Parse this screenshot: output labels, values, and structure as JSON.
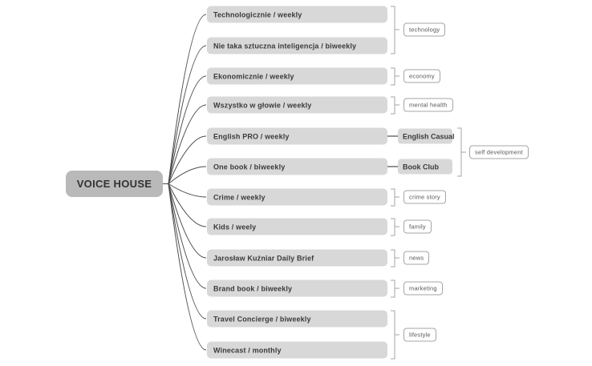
{
  "root": {
    "label": "VOICE HOUSE"
  },
  "branches": [
    {
      "label": "Technologicznie / weekly",
      "category": "technology"
    },
    {
      "label": "Nie taka sztuczna inteligencja / biweekly",
      "category": "technology"
    },
    {
      "label": "Ekonomicznie / weekly",
      "category": "economy"
    },
    {
      "label": "Wszystko w głowie / weekly",
      "category": "mental health"
    },
    {
      "label": "English PRO / weekly",
      "child": "English Casual",
      "category": "self development"
    },
    {
      "label": "One book / biweekly",
      "child": "Book Club",
      "category": "self development"
    },
    {
      "label": "Crime / weekly",
      "category": "crime story"
    },
    {
      "label": "Kids / weely",
      "category": "family"
    },
    {
      "label": "Jarosław Kuźniar Daily Brief",
      "category": "news"
    },
    {
      "label": "Brand book / biweekly",
      "category": "marketing"
    },
    {
      "label": "Travel Concierge / biweekly",
      "category": "lifestyle"
    },
    {
      "label": "Winecast / monthly",
      "category": "lifestyle"
    }
  ],
  "subnodes": [
    {
      "label": "English Casual"
    },
    {
      "label": "Book Club"
    }
  ],
  "tags": [
    {
      "label": "technology"
    },
    {
      "label": "economy"
    },
    {
      "label": "mental health"
    },
    {
      "label": "self development"
    },
    {
      "label": "crime story"
    },
    {
      "label": "family"
    },
    {
      "label": "news"
    },
    {
      "label": "marketing"
    },
    {
      "label": "lifestyle"
    }
  ],
  "colors": {
    "node_fill": "#d8d8d8",
    "root_fill": "#b9b9b9",
    "connector": "#4a4a4a",
    "bracket": "#a5a5a5"
  }
}
